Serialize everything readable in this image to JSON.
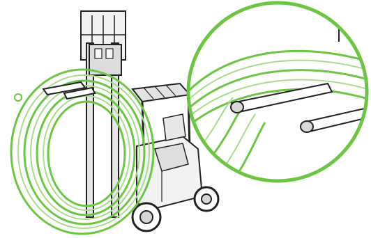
{
  "colors": {
    "line": "#222222",
    "coil_green": "#6cc644",
    "coil_light": "#a8dc8a",
    "lens_ring": "#6cc644",
    "fill_light": "#f2f2f2",
    "fill_mid": "#d9d9d9",
    "background": "#ffffff"
  },
  "illustration": {
    "objects": [
      "forklift",
      "pipe-coil",
      "fork-tines",
      "magnifier-lens"
    ],
    "coil_turns": 6
  }
}
